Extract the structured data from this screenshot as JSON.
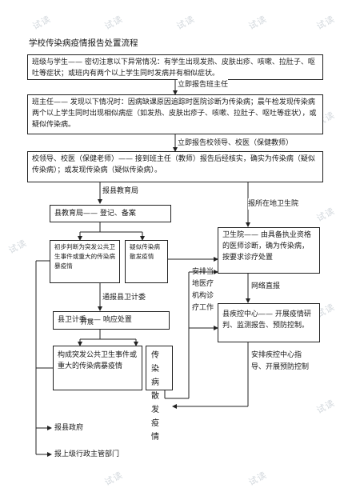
{
  "title": "学校传染病疫情报告处置流程",
  "watermark": "试读",
  "box1": "班级与学生—— 密切注意以下异常情况：有学生出现发热、皮肤出疹、咳嗽、拉肚子、呕吐等症状；或班内有两个以上学生同时发病并有相似症状。",
  "label1": "立即报告班主任",
  "box2": "班主任—— 发现以下情况时：因病缺课原因追踪时医院诊断为传染病；晨午检发现传染病两个以上学生同时出现相似病症（如发热、皮肤出疹子、咳嗽、拉肚子、呕吐等症状），或疑似传染病。",
  "label2": "立即报告校领导、校医（保健教师）",
  "box3": "校领导、校医（保健老师）—— 接到班主任（教师）报告后经核实，确实为传染病（疑似传染病）；或发现传染病（疑似传染病）。",
  "label3": "报县教育局",
  "label4": "报所在地卫生院",
  "box4": "县教育局—— 登记、备案",
  "box5": "初步判断为突发公共卫生事件或重大的传染病暴疫情",
  "box6": "疑似传染病散发疫情",
  "label5": "通报县卫计委",
  "box7": "县卫计委—— 响应处置",
  "label6": "开展",
  "box8": "构成突发公共卫生事件或重大的传染病暴疫情",
  "box9": "传染病散发疫情",
  "box10": "卫生院—— 由具备执业资格的医师诊断，确为传染病，按要求诊疗处置",
  "label7": "网络直报",
  "box11": "县疾控中心—— 开展疫情研判、监测报告、预防控制。",
  "label8": "安排当地医疗机构诊疗工作",
  "label9": "安排疾控中心指导、开展预防控制",
  "label10": "报县政府",
  "label11": "报上级行政主管部门"
}
